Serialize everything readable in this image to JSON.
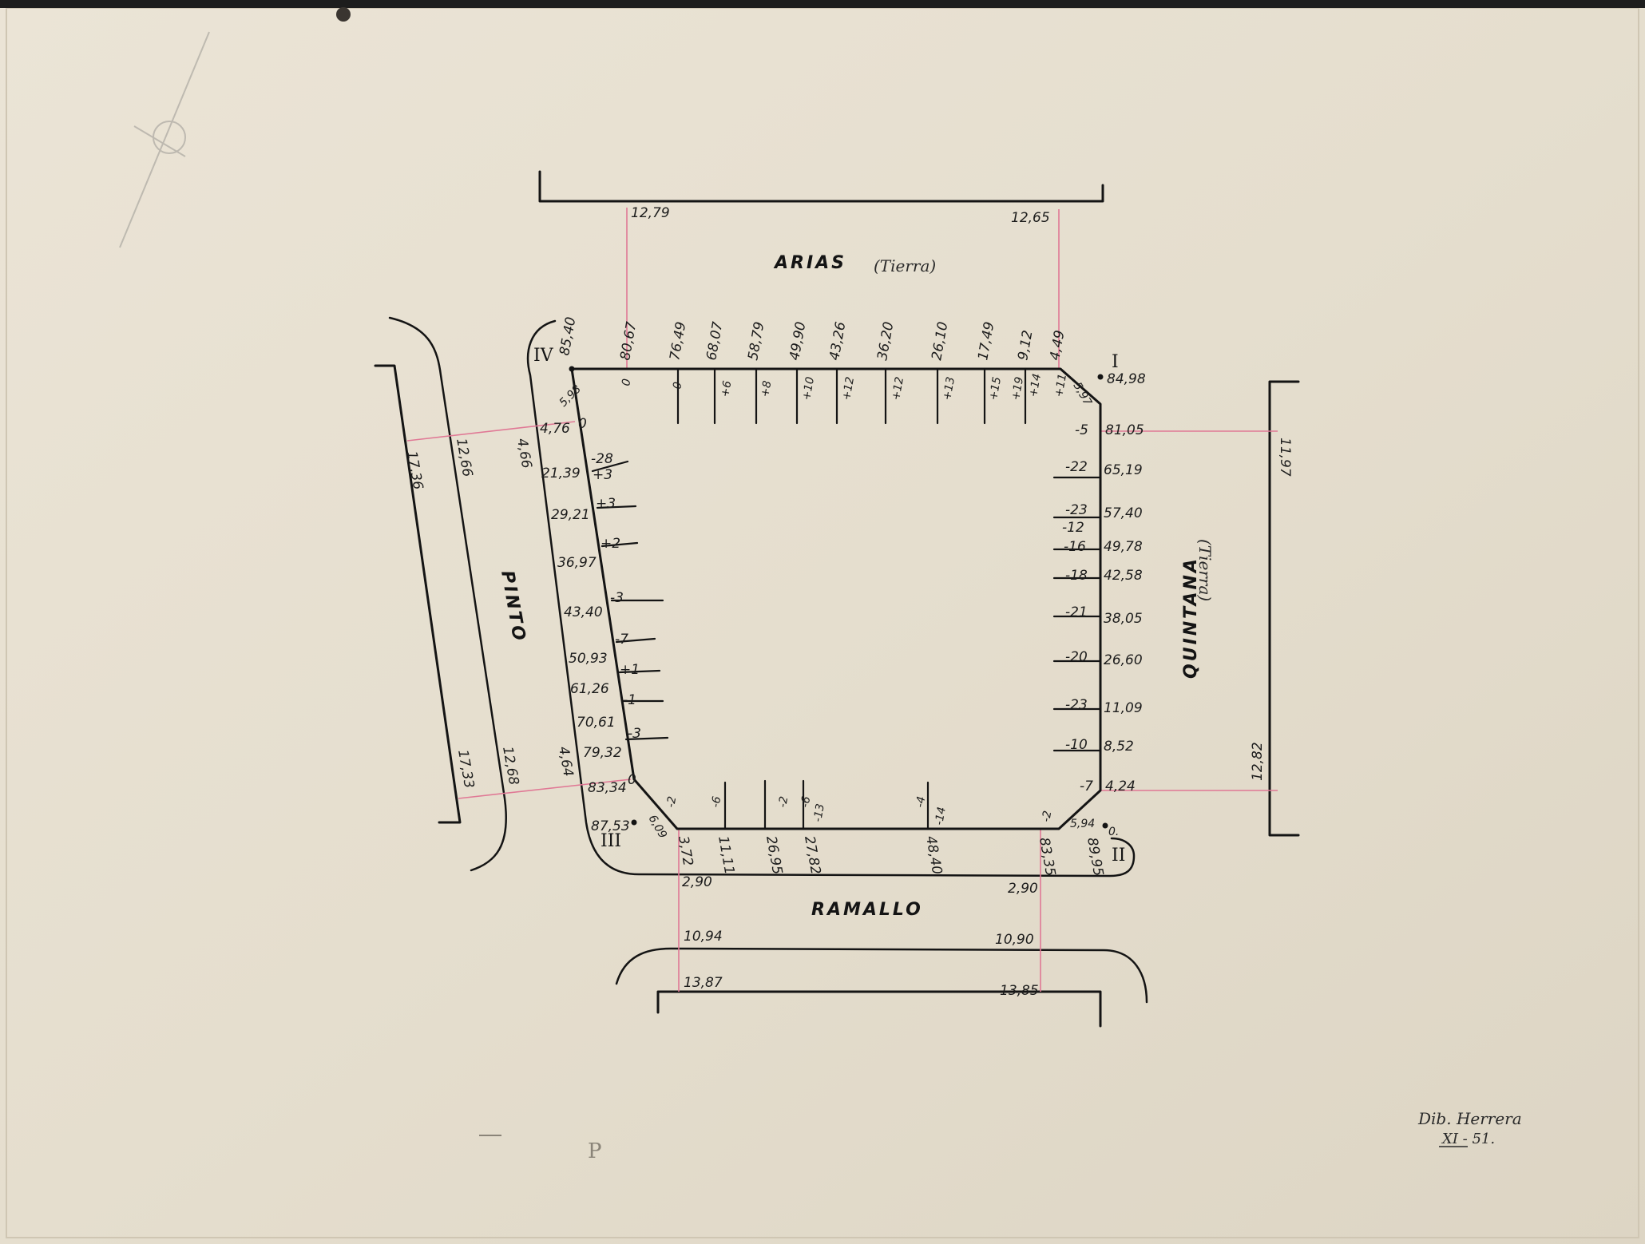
{
  "streets": {
    "arias": "ARIAS",
    "arias_note": "(Tierra)",
    "quintana": "QUINTANA",
    "quintana_note": "(Tierra)",
    "ramallo": "RAMALLO",
    "pinto": "PINTO"
  },
  "corners": {
    "I": "I",
    "II": "II",
    "III": "III",
    "IV": "IV"
  },
  "street_measures": {
    "arias_left": "12,79",
    "arias_right": "12,65",
    "quintana_top": "11,97",
    "quintana_bottom": "12,82",
    "ramallo_left_a": "2,90",
    "ramallo_left_b": "10,94",
    "ramallo_left_c": "13,87",
    "ramallo_right_a": "2,90",
    "ramallo_right_b": "10,90",
    "ramallo_right_c": "13,85",
    "pinto_top_a": "4,66",
    "pinto_top_b": "12,66",
    "pinto_top_c": "17,36",
    "pinto_bottom_a": "4,64",
    "pinto_bottom_b": "12,68",
    "pinto_bottom_c": "17,33"
  },
  "top_side": {
    "corner_iv": "85,40",
    "left_mark": "80,67",
    "labels": [
      "76,49",
      "68,07",
      "58,79",
      "49,90",
      "43,26",
      "36,20",
      "26,10",
      "17,49",
      "9,12",
      "4,49"
    ],
    "levels": [
      "0",
      "+6",
      "+8",
      "+10",
      "+12",
      "+12",
      "+13",
      "+15",
      "+19",
      "+14",
      "+11"
    ]
  },
  "right_side": {
    "corner_i": "84,98",
    "chamfer": "5,97",
    "labels": [
      "81,05",
      "65,19",
      "57,40",
      "49,78",
      "42,58",
      "38,05",
      "26,60",
      "11,09",
      "8,52",
      "4,24"
    ],
    "levels": [
      "-5",
      "-22",
      "-23",
      "-12",
      "-16",
      "-18",
      "-21",
      "-20",
      "-23",
      "-10",
      "-7"
    ],
    "chamfer_bottom": "5,94",
    "corner_ii_mark": "0."
  },
  "bottom_side": {
    "labels": [
      "3,72",
      "11,11",
      "26,95",
      "27,82",
      "48,40",
      "83,35",
      "89,95"
    ],
    "levels": [
      "-2",
      "-6",
      "-2",
      "-6",
      "-13",
      "-4",
      "-14",
      "-2"
    ],
    "chamfer": "6,09"
  },
  "left_side": {
    "labels": [
      "5,98",
      "4,76",
      "21,39",
      "29,21",
      "36,97",
      "43,40",
      "50,93",
      "61,26",
      "70,61",
      "79,32",
      "83,34",
      "87,53"
    ],
    "levels": [
      "0",
      "-28",
      "+3",
      "+3",
      "+2",
      "-3",
      "-7",
      "+1",
      "-1",
      "-3",
      "0"
    ]
  },
  "signature": {
    "line1": "Dib. Herrera",
    "line2": "XI - 51."
  },
  "page_mark": "P"
}
